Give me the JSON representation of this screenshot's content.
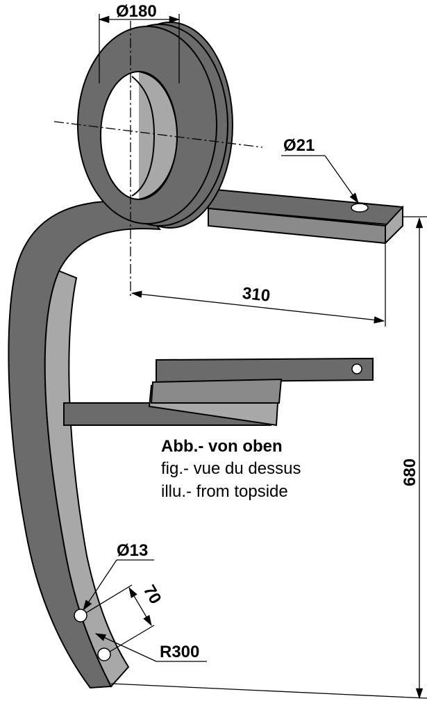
{
  "dimensions": {
    "coil_diameter": "Ø180",
    "hole_diameter_top": "Ø21",
    "arm_length": "310",
    "total_height": "680",
    "hole_diameter_bottom": "Ø13",
    "hole_spacing": "70",
    "radius": "R300"
  },
  "caption": {
    "de": "Abb.- von oben",
    "fr": "fig.- vue du dessus",
    "en": "illu.- from topside"
  },
  "colors": {
    "steel": "#6b6b6b",
    "highlight": "#a8a8a8"
  }
}
